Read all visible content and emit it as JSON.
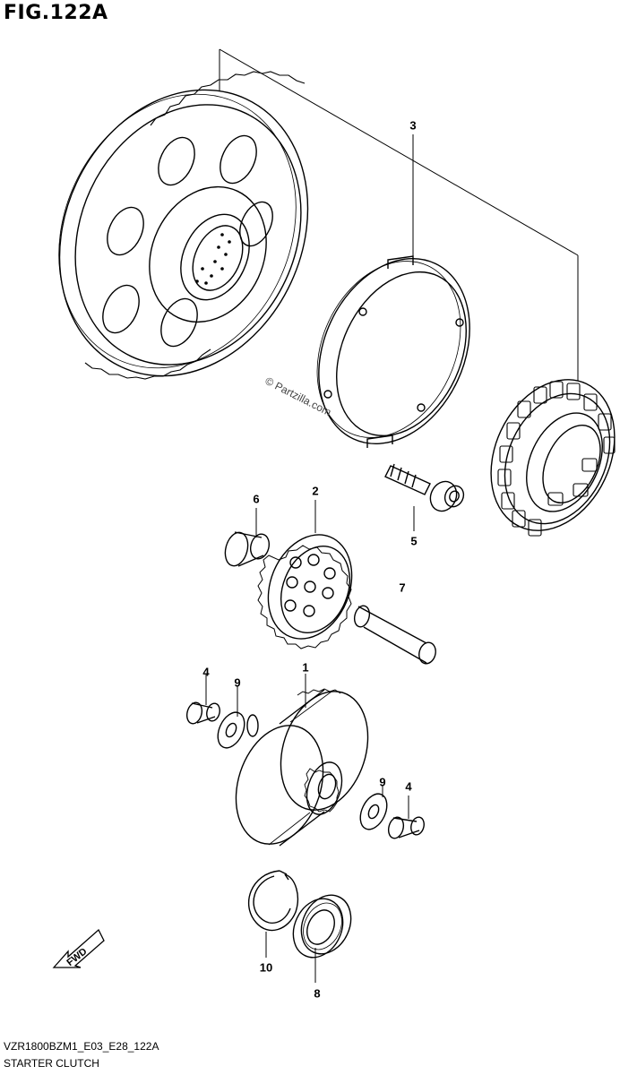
{
  "figure": {
    "title": "FIG.122A",
    "watermark": "© Partzilla.com",
    "footer_code": "VZR1800BZM1_E03_E28_122A",
    "footer_name": "STARTER CLUTCH",
    "direction_label": "FWD"
  },
  "callouts": {
    "c1": "1",
    "c2": "2",
    "c3": "3",
    "c4a": "4",
    "c4b": "4",
    "c5": "5",
    "c6": "6",
    "c7": "7",
    "c8": "8",
    "c9a": "9",
    "c9b": "9",
    "c10": "10"
  },
  "colors": {
    "line": "#000000",
    "background": "#ffffff"
  }
}
